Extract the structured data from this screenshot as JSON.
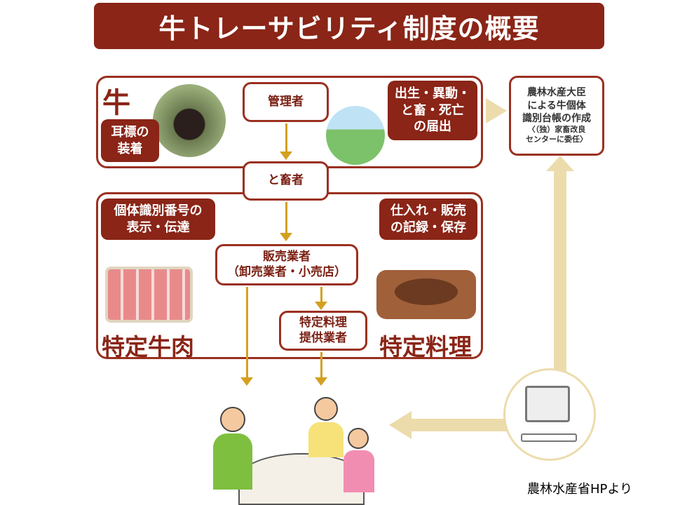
{
  "title": "牛トレーサビリティ制度の概要",
  "top_section": {
    "label": "牛",
    "ear_tag": [
      "耳標の",
      "装着"
    ],
    "manager": "管理者",
    "report": [
      "出生・異動・",
      "と畜・死亡",
      "の届出"
    ]
  },
  "slaughterer": "と畜者",
  "bottom_section": {
    "display": [
      "個体識別番号の",
      "表示・伝達"
    ],
    "records": [
      "仕入れ・販売",
      "の記録・保存"
    ],
    "seller": [
      "販売業者",
      "（卸売業者・小売店）"
    ],
    "provider": [
      "特定料理",
      "提供業者"
    ],
    "beef": "特定牛肉",
    "dish": "特定料理"
  },
  "ministry": [
    "農林水産大臣",
    "による牛個体",
    "識別台帳の作成",
    "〈（独）家畜改良",
    "センターに委任〉"
  ],
  "source": "農林水産省HPより",
  "colors": {
    "primary": "#8a2517",
    "arrow": "#d4a020",
    "pale_arrow": "#ecdcac"
  }
}
